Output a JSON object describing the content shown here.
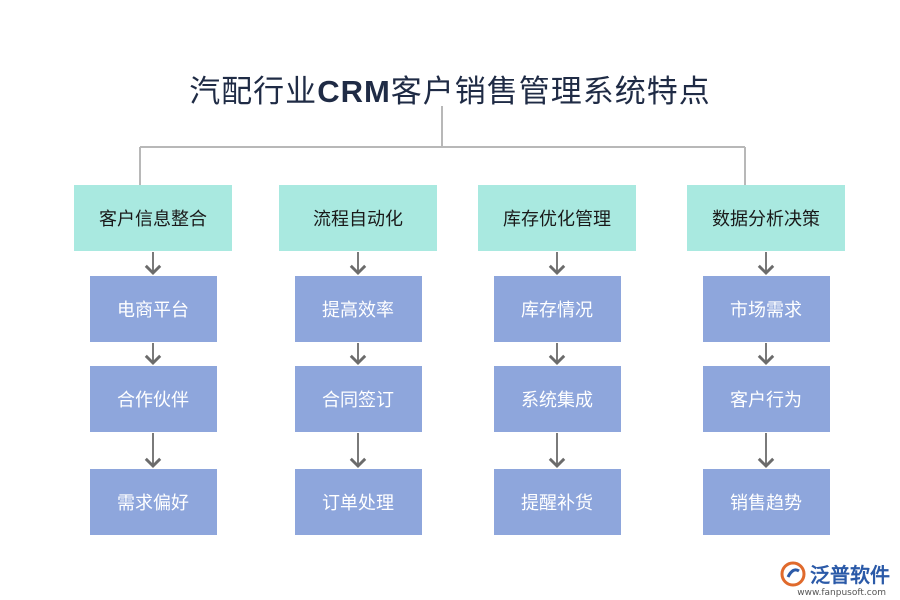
{
  "title": {
    "prefix": "汽配行业",
    "latin": "CRM",
    "suffix": "客户销售管理系统特点"
  },
  "categories": [
    {
      "label": "客户信息整合",
      "items": [
        "电商平台",
        "合作伙伴",
        "需求偏好"
      ]
    },
    {
      "label": "流程自动化",
      "items": [
        "提高效率",
        "合同签订",
        "订单处理"
      ]
    },
    {
      "label": "库存优化管理",
      "items": [
        "库存情况",
        "系统集成",
        "提醒补货"
      ]
    },
    {
      "label": "数据分析决策",
      "items": [
        "市场需求",
        "客户行为",
        "销售趋势"
      ]
    }
  ],
  "logo": {
    "name": "泛普软件",
    "url": "www.fanpusoft.com"
  },
  "colors": {
    "category_fill": "#a9e9e0",
    "item_fill": "#8ea6dc",
    "line": "#b8b8b8",
    "arrow": "#6b6b6b"
  }
}
